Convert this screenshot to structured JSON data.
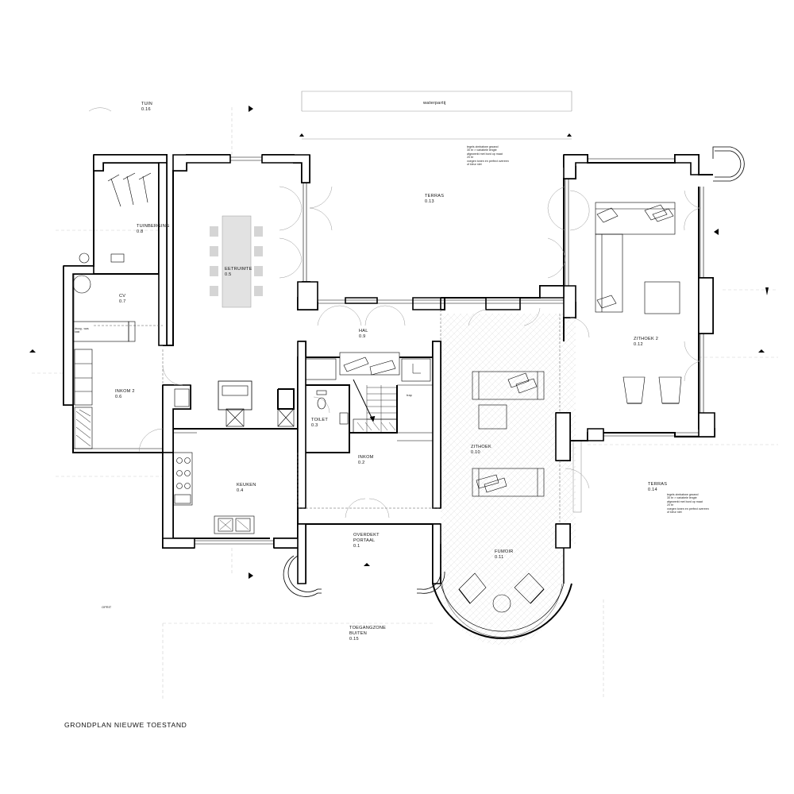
{
  "title": "GRONDPLAN NIEUWE TOESTAND",
  "rooms": [
    {
      "id": "tuin",
      "name": "TUIN",
      "number": "0.16"
    },
    {
      "id": "tuinberging",
      "name": "TUINBERGING",
      "number": "0.8"
    },
    {
      "id": "cv",
      "name": "CV",
      "number": "0.7"
    },
    {
      "id": "inkom2",
      "name": "INKOM 2",
      "number": "0.6"
    },
    {
      "id": "eetruimte",
      "name": "EETRUIMTE",
      "number": "0.5"
    },
    {
      "id": "keuken",
      "name": "KEUKEN",
      "number": "0.4"
    },
    {
      "id": "toilet",
      "name": "TOILET",
      "number": "0.3"
    },
    {
      "id": "inkom",
      "name": "INKOM",
      "number": "0.2"
    },
    {
      "id": "hal",
      "name": "HAL",
      "number": "0.9"
    },
    {
      "id": "overdekt",
      "name": "OVERDEKT PORTAAL",
      "number": "0.1"
    },
    {
      "id": "terras13",
      "name": "TERRAS",
      "number": "0.13"
    },
    {
      "id": "zithoek",
      "name": "ZITHOEK",
      "number": "0.10"
    },
    {
      "id": "fumoir",
      "name": "FUMOIR",
      "number": "0.11"
    },
    {
      "id": "zithoek2",
      "name": "ZITHOEK 2",
      "number": "0.12"
    },
    {
      "id": "terras14",
      "name": "TERRAS",
      "number": "0.14"
    },
    {
      "id": "toegang",
      "name": "TOEGANGZONE BUITEN",
      "number": "0.15"
    }
  ],
  "labels": {
    "waterpartij": "waterpartij",
    "trap": "trap",
    "oprit": "OPRIT",
    "droog": "droog - was\nkast"
  },
  "notes": {
    "terras_top": "tegels zimbabwe gezand\n30 br × variabele lengte\nafgewerkt met bord op maat\n20 br\nvoegen tonen en perfect overeen\nof kleur niet",
    "terras_right": "tegels zimbabwe gezand\n30 br × variabele lengte\nafgewerkt met bord op maat\n20 br\nvoegen tonen en perfect overeen\nof kleur niet"
  }
}
